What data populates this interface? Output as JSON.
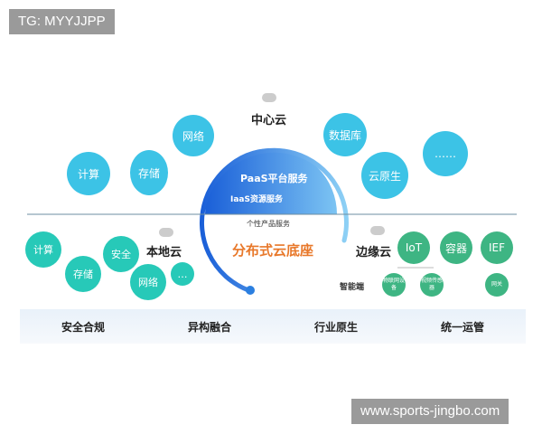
{
  "watermark_top": "TG: MYYJJPP",
  "watermark_bottom": "www.sports-jingbo.com",
  "center_cloud": {
    "title": "中心云",
    "items": [
      "网络",
      "计算",
      "存储",
      "数据库",
      "云原生",
      "……"
    ]
  },
  "dome": {
    "paas": "PaaS平台服务",
    "iaas": "IaaS资源服务",
    "sub": "个性产品服务",
    "title": "分布式云底座"
  },
  "local_cloud": {
    "title": "本地云",
    "items": [
      "计算",
      "存储",
      "安全",
      "网络",
      "…"
    ]
  },
  "edge_cloud": {
    "title": "边缘云",
    "items": [
      "IoT",
      "容器",
      "IEF"
    ],
    "terminal_label": "智能端",
    "terminal_items": [
      "物联网设备",
      "视频传感器",
      "网关"
    ]
  },
  "bottom_bar": [
    "安全合规",
    "异构融合",
    "行业原生",
    "统一运管"
  ],
  "colors": {
    "blue": "#3cc3e6",
    "teal": "#27c9b8",
    "green": "#3eb583",
    "accent": "#e8782a",
    "arc": "#1f6fd6"
  }
}
